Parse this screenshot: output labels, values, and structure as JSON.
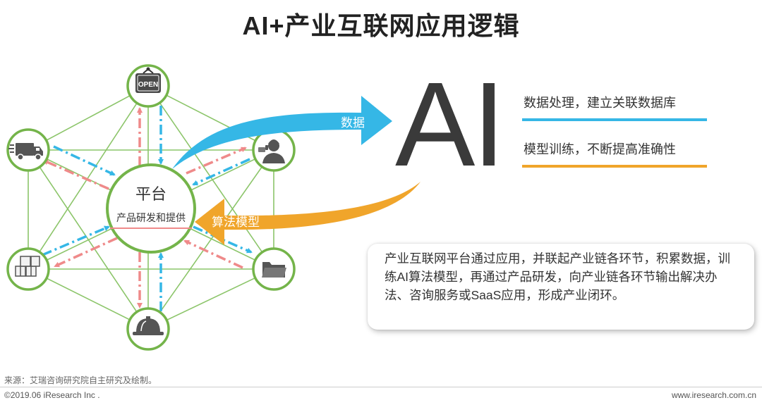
{
  "title": "AI+产业互联网应用逻辑",
  "platform": {
    "title": "平台",
    "subtitle": "产品研发和提供"
  },
  "arrows": {
    "data": "数据",
    "model": "算法模型"
  },
  "ai": {
    "letters": "AI",
    "item1": "数据处理，建立关联数据库",
    "item2": "模型训练，不断提高准确性"
  },
  "description": "产业互联网平台通过应用，并联起产业链各环节，积累数据，训练AI算法模型，再通过产品研发，向产业链各环节输出解决办法、咨询服务或SaaS应用，形成产业闭环。",
  "icons": {
    "open_sign": "OPEN"
  },
  "footer": {
    "source": "来源：艾瑞咨询研究院自主研究及绘制。",
    "copyright": "©2019.06 iResearch Inc .",
    "url": "www.iresearch.com.cn"
  },
  "colors": {
    "green": "#74b44a",
    "blue": "#35b7e6",
    "orange": "#f0a52b",
    "pink": "#ef8a8a"
  }
}
